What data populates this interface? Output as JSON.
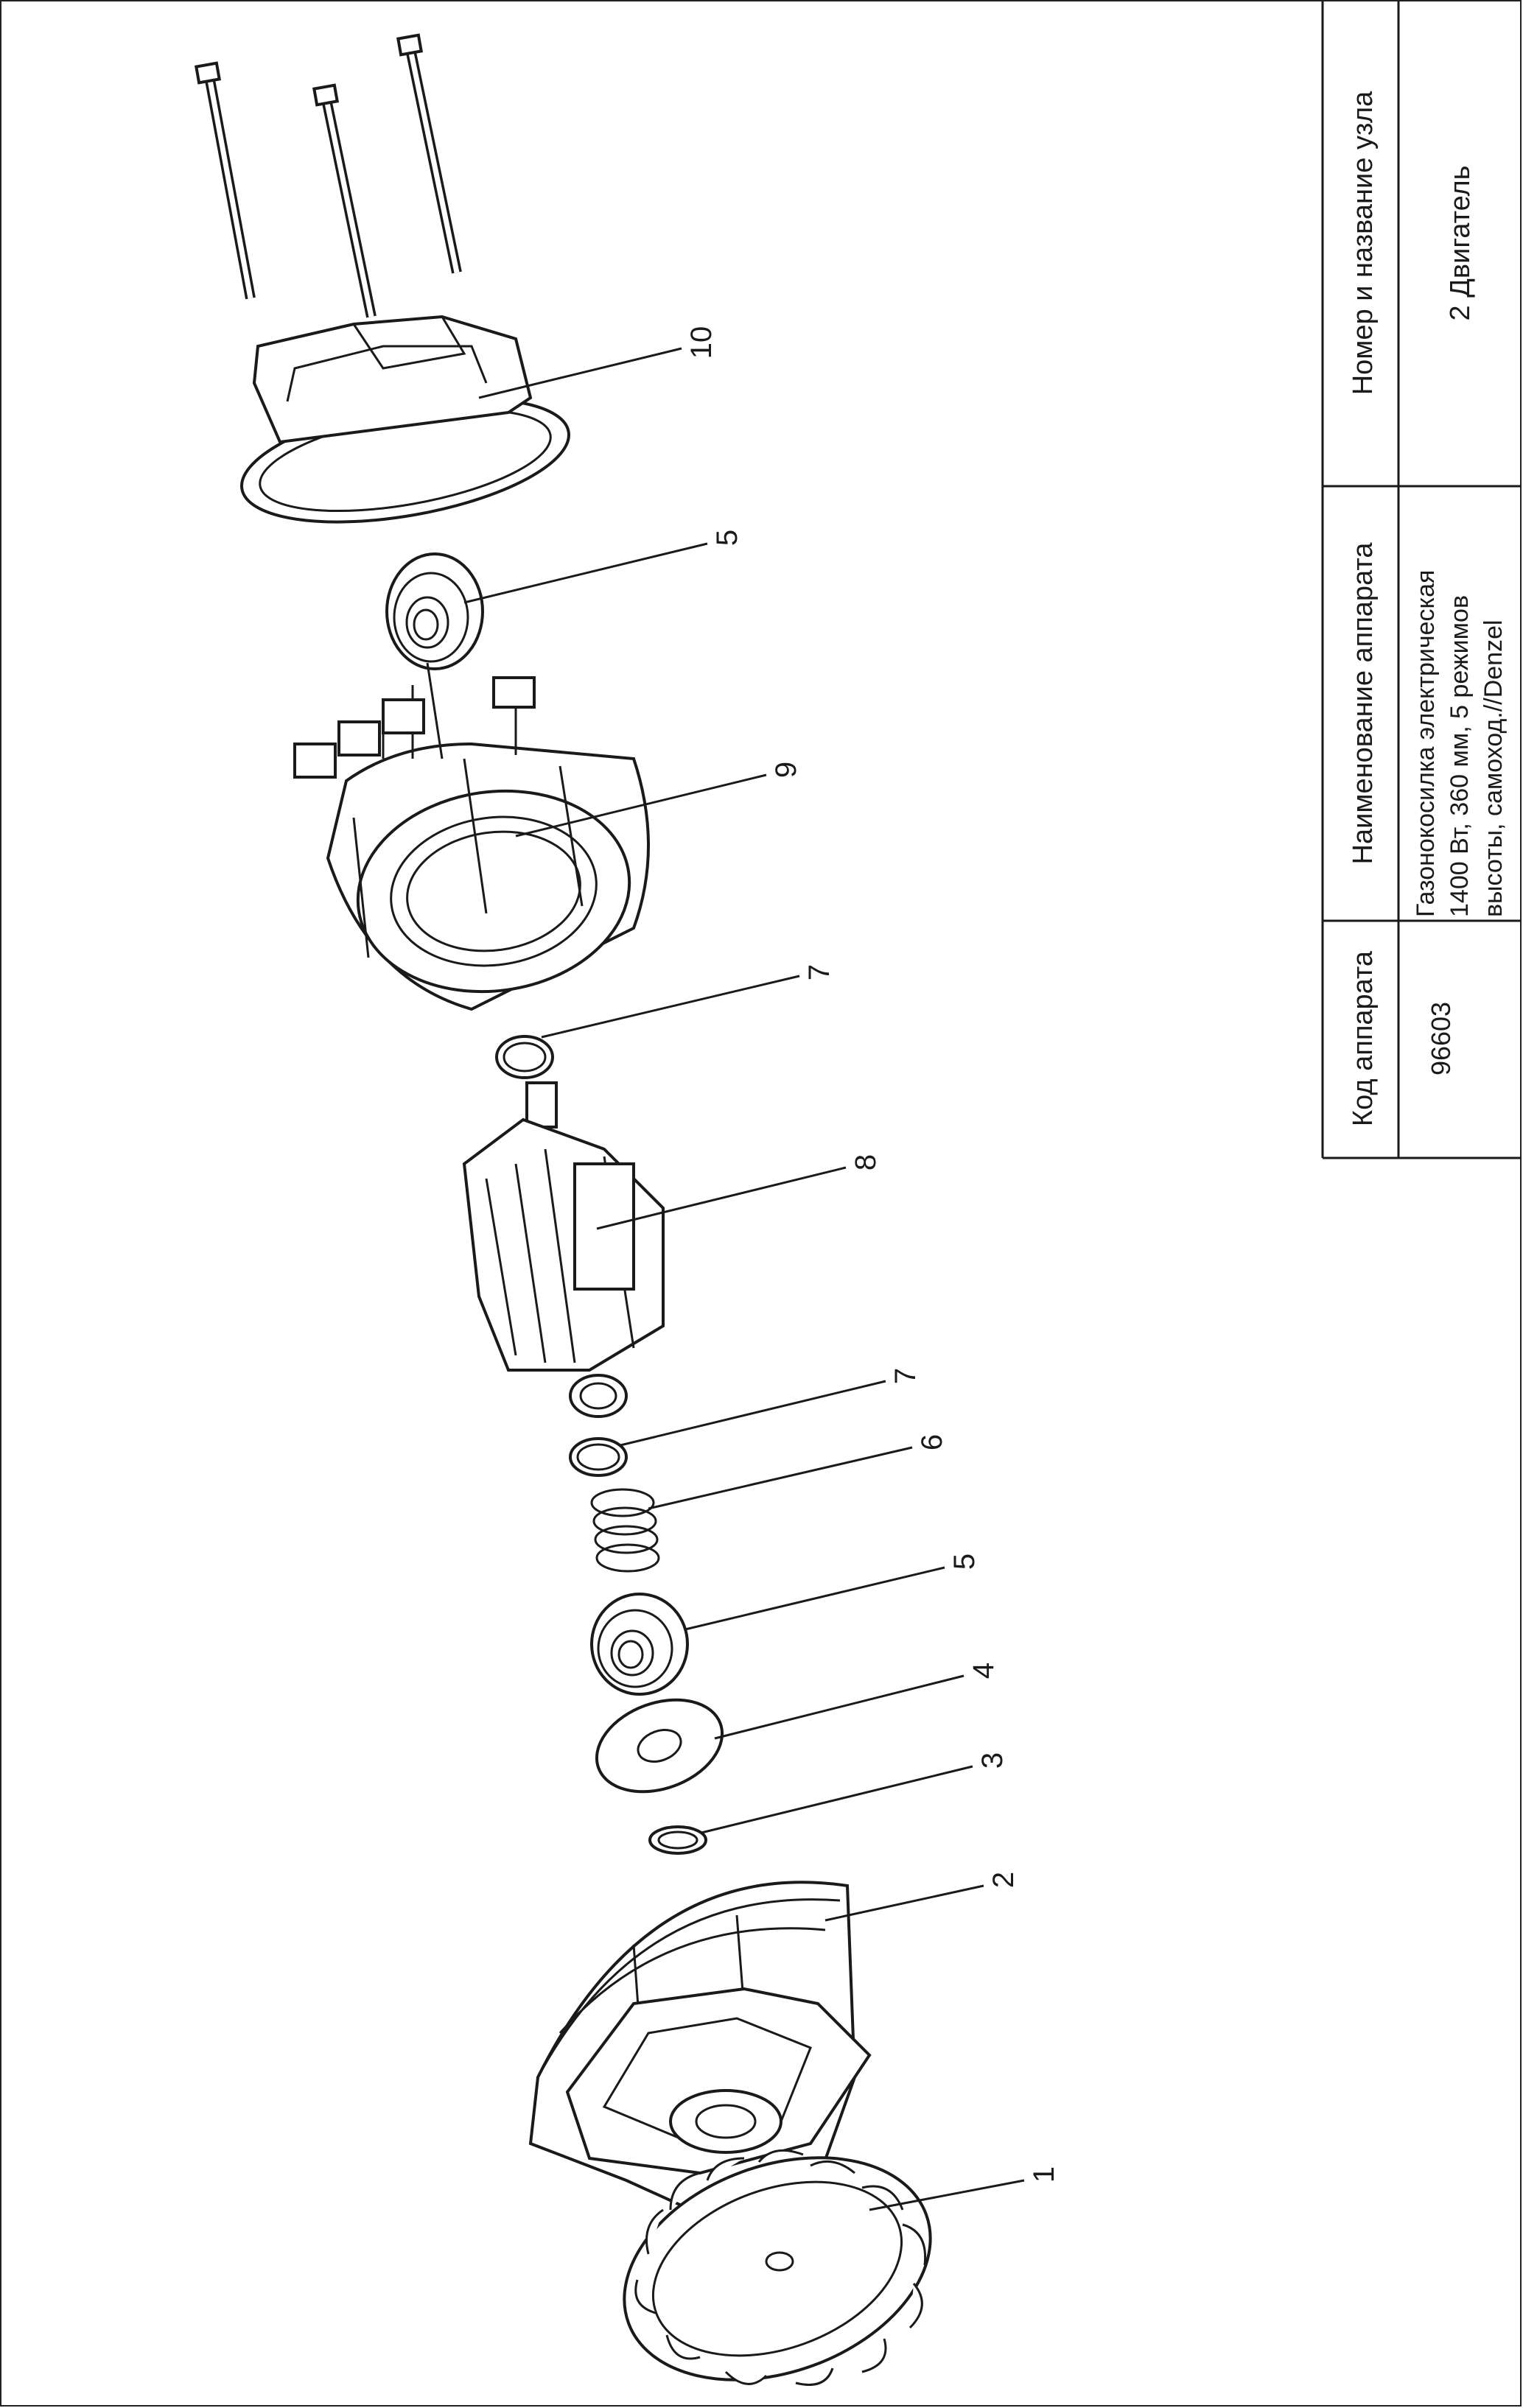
{
  "title_block": {
    "headers": {
      "code": "Код аппарата",
      "name": "Наименование аппарата",
      "node": "Номер и название узла"
    },
    "values": {
      "code": "96603",
      "name_lines": [
        "Газонокосилка электрическая",
        "1400 Вт, 360 мм, 5 режимов",
        "высоты, самоход.//Denzel"
      ],
      "node": "2 Двигатель"
    }
  },
  "parts": [
    {
      "number": "1",
      "kind": "fan-impeller"
    },
    {
      "number": "2",
      "kind": "front-housing"
    },
    {
      "number": "3",
      "kind": "retaining-ring"
    },
    {
      "number": "4",
      "kind": "washer"
    },
    {
      "number": "5",
      "kind": "bearing"
    },
    {
      "number": "6",
      "kind": "spring"
    },
    {
      "number": "7",
      "kind": "circlip"
    },
    {
      "number": "8",
      "kind": "rotor"
    },
    {
      "number": "7",
      "kind": "circlip"
    },
    {
      "number": "9",
      "kind": "stator"
    },
    {
      "number": "5",
      "kind": "bearing"
    },
    {
      "number": "10",
      "kind": "rear-housing"
    },
    {
      "number": "",
      "kind": "long-bolts"
    }
  ]
}
